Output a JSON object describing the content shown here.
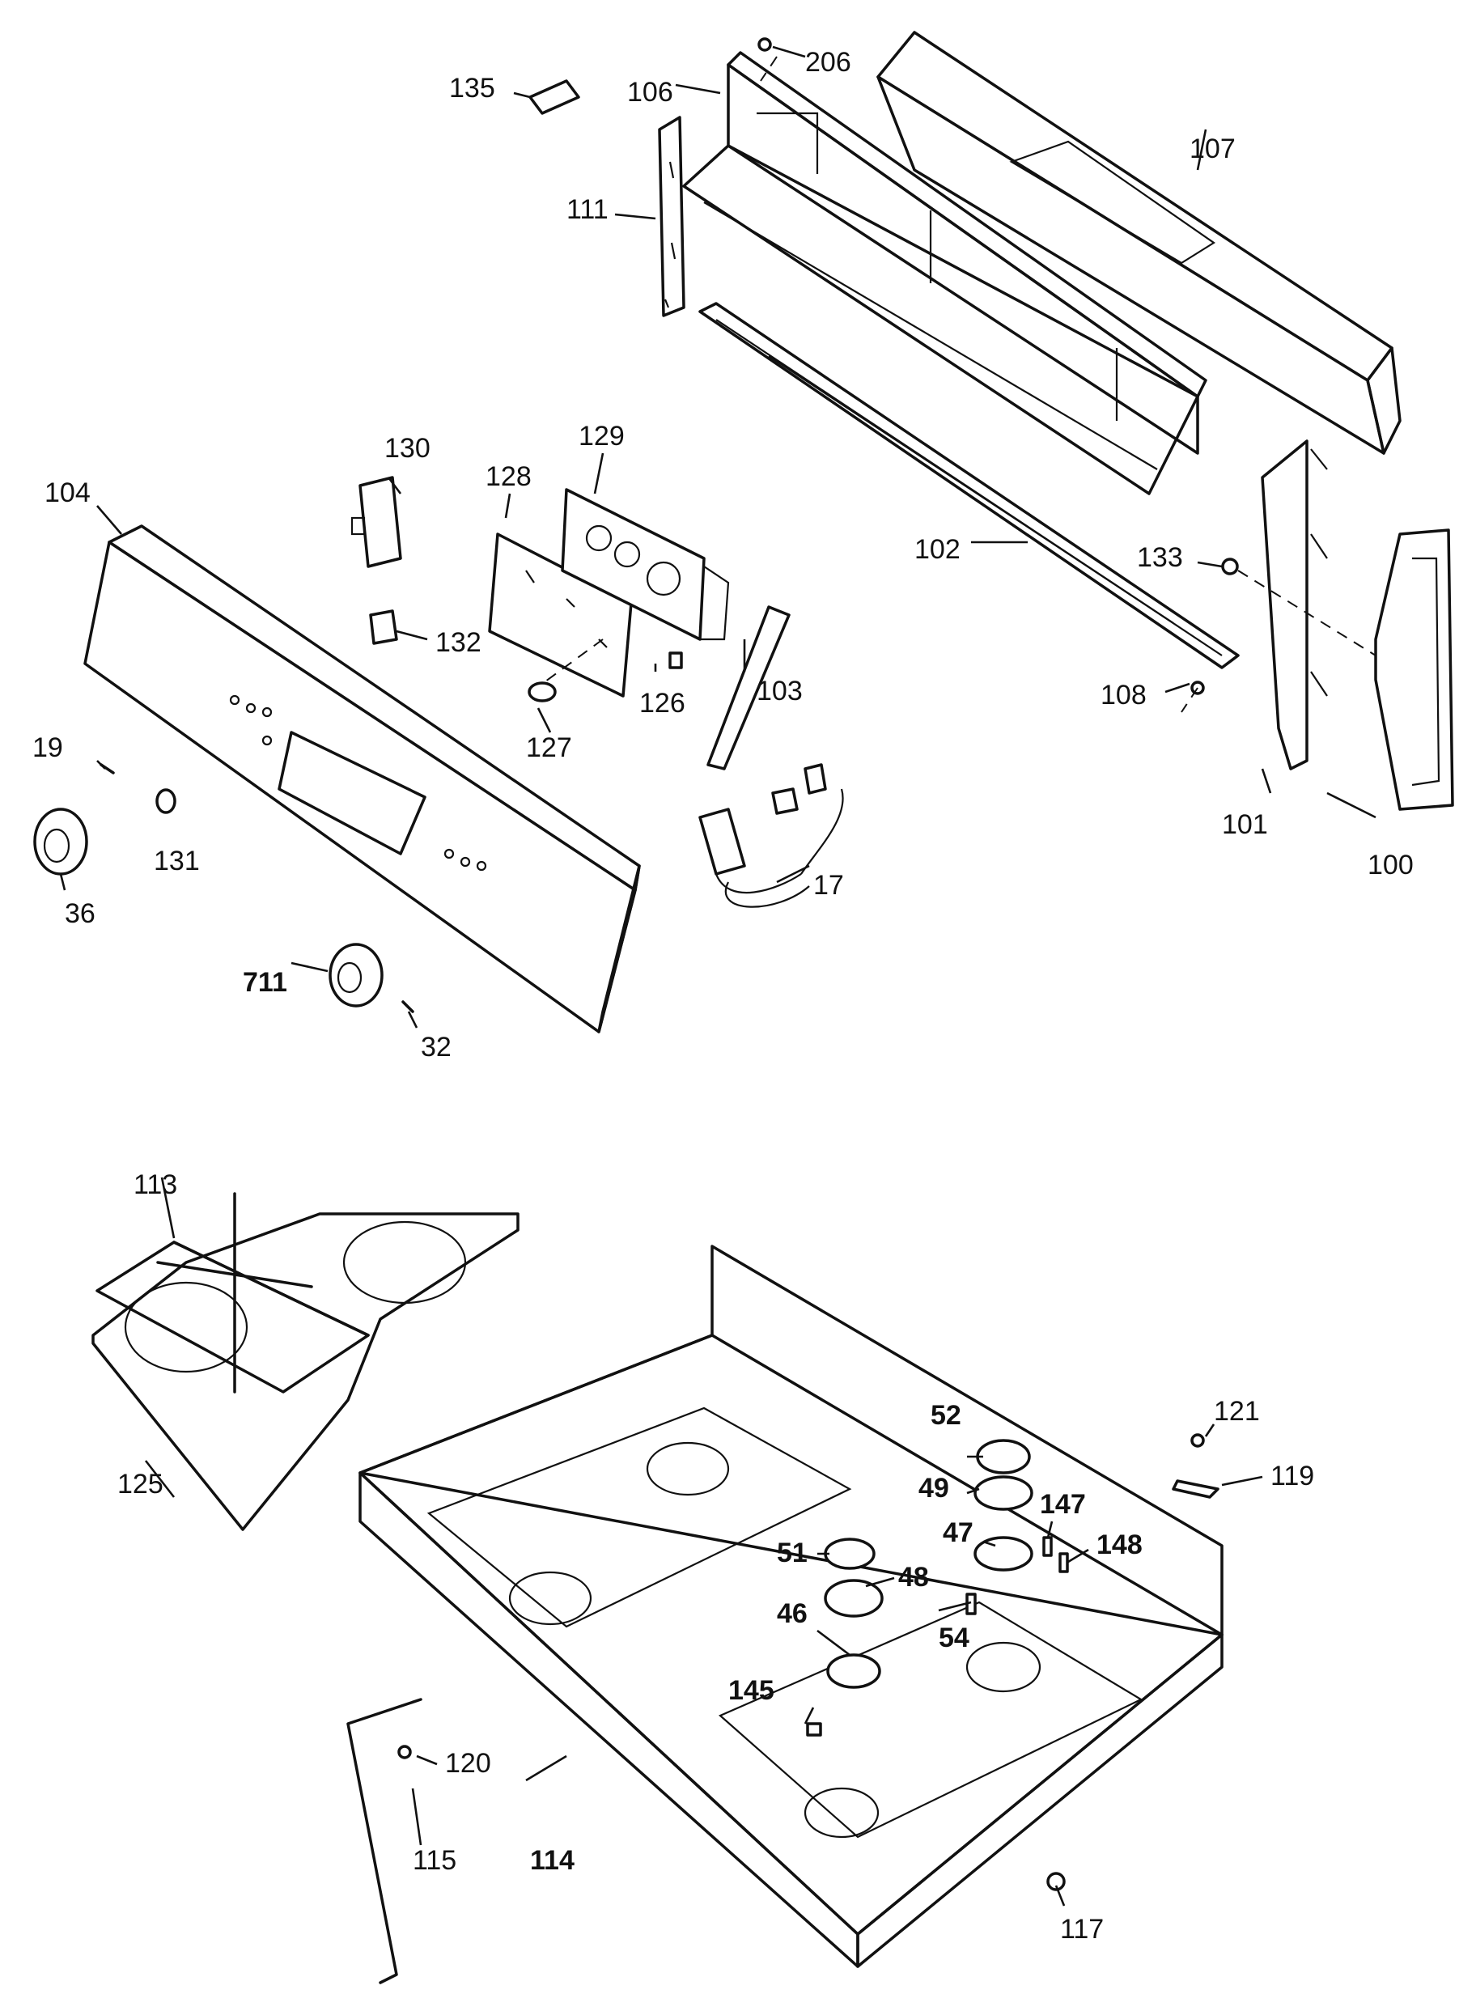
{
  "callouts": [
    {
      "id": "c100",
      "text": "100",
      "bold": false
    },
    {
      "id": "c101",
      "text": "101",
      "bold": false
    },
    {
      "id": "c102",
      "text": "102",
      "bold": false
    },
    {
      "id": "c103",
      "text": "103",
      "bold": false
    },
    {
      "id": "c104",
      "text": "104",
      "bold": false
    },
    {
      "id": "c106",
      "text": "106",
      "bold": false
    },
    {
      "id": "c107",
      "text": "107",
      "bold": false
    },
    {
      "id": "c108",
      "text": "108",
      "bold": false
    },
    {
      "id": "c111",
      "text": "111",
      "bold": false
    },
    {
      "id": "c113",
      "text": "113",
      "bold": false
    },
    {
      "id": "c114",
      "text": "114",
      "bold": true
    },
    {
      "id": "c115",
      "text": "115",
      "bold": false
    },
    {
      "id": "c117",
      "text": "117",
      "bold": false
    },
    {
      "id": "c119",
      "text": "119",
      "bold": false
    },
    {
      "id": "c120",
      "text": "120",
      "bold": false
    },
    {
      "id": "c121",
      "text": "121",
      "bold": false
    },
    {
      "id": "c125",
      "text": "125",
      "bold": false
    },
    {
      "id": "c126",
      "text": "126",
      "bold": false
    },
    {
      "id": "c127",
      "text": "127",
      "bold": false
    },
    {
      "id": "c128",
      "text": "128",
      "bold": false
    },
    {
      "id": "c129",
      "text": "129",
      "bold": false
    },
    {
      "id": "c130",
      "text": "130",
      "bold": false
    },
    {
      "id": "c131",
      "text": "131",
      "bold": false
    },
    {
      "id": "c132",
      "text": "132",
      "bold": false
    },
    {
      "id": "c133",
      "text": "133",
      "bold": false
    },
    {
      "id": "c135",
      "text": "135",
      "bold": false
    },
    {
      "id": "c145",
      "text": "145",
      "bold": true
    },
    {
      "id": "c147",
      "text": "147",
      "bold": true
    },
    {
      "id": "c148",
      "text": "148",
      "bold": true
    },
    {
      "id": "c17",
      "text": "17",
      "bold": false
    },
    {
      "id": "c19",
      "text": "19",
      "bold": false
    },
    {
      "id": "c206",
      "text": "206",
      "bold": false
    },
    {
      "id": "c32",
      "text": "32",
      "bold": false
    },
    {
      "id": "c36",
      "text": "36",
      "bold": false
    },
    {
      "id": "c46",
      "text": "46",
      "bold": true
    },
    {
      "id": "c47",
      "text": "47",
      "bold": true
    },
    {
      "id": "c48",
      "text": "48",
      "bold": true
    },
    {
      "id": "c49",
      "text": "49",
      "bold": true
    },
    {
      "id": "c51",
      "text": "51",
      "bold": true
    },
    {
      "id": "c52",
      "text": "52",
      "bold": true
    },
    {
      "id": "c54",
      "text": "54",
      "bold": true
    },
    {
      "id": "c711",
      "text": "711",
      "bold": true
    }
  ]
}
